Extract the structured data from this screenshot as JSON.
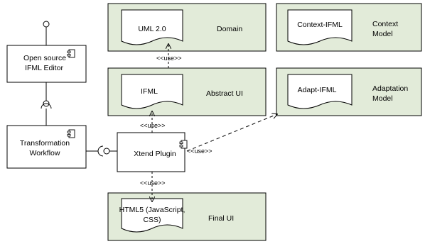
{
  "components": {
    "editor": {
      "line1": "Open source",
      "line2": "IFML Editor"
    },
    "workflow": {
      "line1": "Transformation",
      "line2": "Workflow"
    },
    "plugin": {
      "label": "Xtend Plugin"
    }
  },
  "packages": {
    "domain": {
      "label": "Domain",
      "doc": "UML 2.0"
    },
    "abstract": {
      "label": "Abstract UI",
      "doc": "IFML"
    },
    "final": {
      "label": "Final UI",
      "doc_line1": "HTML5 (JavaScript,",
      "doc_line2": "CSS)"
    },
    "context": {
      "label_line1": "Context",
      "label_line2": "Model",
      "doc": "Context-IFML"
    },
    "adaptation": {
      "label_line1": "Adaptation",
      "label_line2": "Model",
      "doc": "Adapt-IFML"
    }
  },
  "relations": {
    "use_ifml_uml": "<<use>>",
    "use_plugin_ifml": "<<use>>",
    "use_plugin_adapt": "<<use>>",
    "use_plugin_html": "<<use>>"
  },
  "colors": {
    "package_fill": "#e2ebd9",
    "stroke": "#000000",
    "box_fill": "#ffffff"
  }
}
